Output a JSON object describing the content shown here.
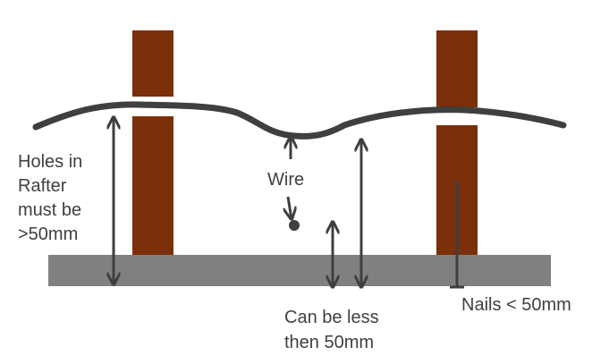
{
  "labels": {
    "holes_line1": "Holes in",
    "holes_line2": "Rafter",
    "holes_line3": "must be",
    "holes_line4": ">50mm",
    "wire": "Wire",
    "can_line1": "Can be less",
    "can_line2": "then 50mm",
    "nails": "Nails < 50mm"
  },
  "colors": {
    "rafter": "#7b2f0a",
    "base": "#808080",
    "wire": "#3f3f3f",
    "arrow": "#3f3f3f",
    "text": "#3f3f3f"
  }
}
